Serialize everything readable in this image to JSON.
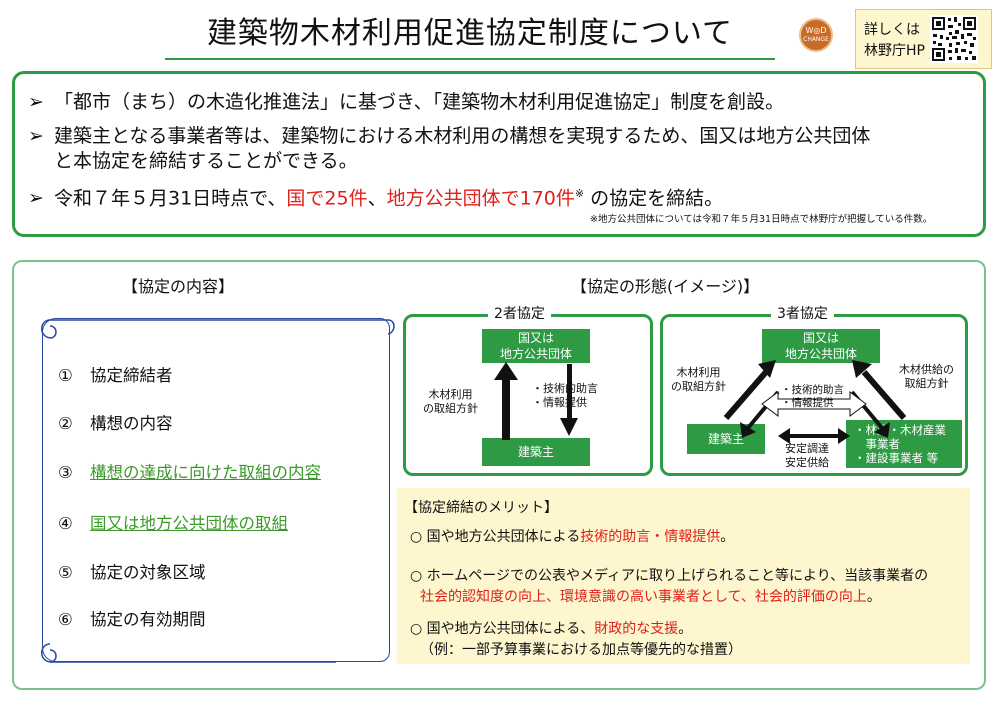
{
  "header": {
    "title": "建築物木材利用促進協定制度について",
    "logo_text_1": "W◎D",
    "logo_text_2": "CHANGE",
    "hp_line1": "詳しくは",
    "hp_line2": "林野庁HP"
  },
  "summary": {
    "b1": "「都市（まち）の木造化推進法」に基づき、「建築物木材利用促進協定」制度を創設。",
    "b2_line1": "建築主となる事業者等は、建築物における木材利用の構想を実現するため、国又は地方公共団体",
    "b2_line2": "と本協定を締結することができる。",
    "b3_pre": "令和７年５月31日時点で、",
    "b3_red1": "国で25件",
    "b3_sep": "、",
    "b3_red2": "地方公共団体で170件",
    "b3_mark": "※",
    "b3_post": " の協定を締結。",
    "footnote": "※地方公共団体については令和７年５月31日時点で林野庁が把握している件数。",
    "marker": "➢"
  },
  "contents": {
    "heading": "【協定の内容】",
    "items": [
      {
        "num": "①",
        "label": "協定締結者"
      },
      {
        "num": "②",
        "label": "構想の内容"
      },
      {
        "num": "③",
        "label": "構想の達成に向けた取組の内容"
      },
      {
        "num": "④",
        "label": "国又は地方公共団体の取組"
      },
      {
        "num": "⑤",
        "label": "協定の対象区域"
      },
      {
        "num": "⑥",
        "label": "協定の有効期間"
      }
    ]
  },
  "forms": {
    "heading": "【協定の形態(イメージ)】",
    "two": {
      "title": "2者協定",
      "gov": "国又は\n地方公共団体",
      "builder": "建築主",
      "left_note": "木材利用\nの取組方針",
      "right_note": "・技術的助言\n・情報提供"
    },
    "three": {
      "title": "3者協定",
      "gov": "国又は\n地方公共団体",
      "builder": "建築主",
      "industry": "・林業・木材産業\n　事業者\n・建設事業者 等",
      "left_note": "木材利用\nの取組方針",
      "right_note": "木材供給の\n取組方針",
      "center_note": "・技術的助言\n・情報提供",
      "bottom_note": "安定調達\n安定供給"
    }
  },
  "merits": {
    "heading": "【協定締結のメリット】",
    "m1_pre": "○ 国や地方公共団体による",
    "m1_red": "技術的助言・情報提供",
    "m1_post": "。",
    "m2_line1": "○ ホームページでの公表やメディアに取り上げられること等により、当該事業者の",
    "m2_red": "社会的認知度の向上、環境意識の高い事業者として、社会的評価の向上",
    "m2_post": "。",
    "m3_pre": "○ 国や地方公共団体による、",
    "m3_red": "財政的な支援",
    "m3_post": "。",
    "m3_line2": "（例：一部予算事業における加点等優先的な措置）"
  },
  "colors": {
    "accent_green": "#2e9a43",
    "highlight_red": "#e0201b",
    "merit_bg": "#fdf6cf"
  }
}
